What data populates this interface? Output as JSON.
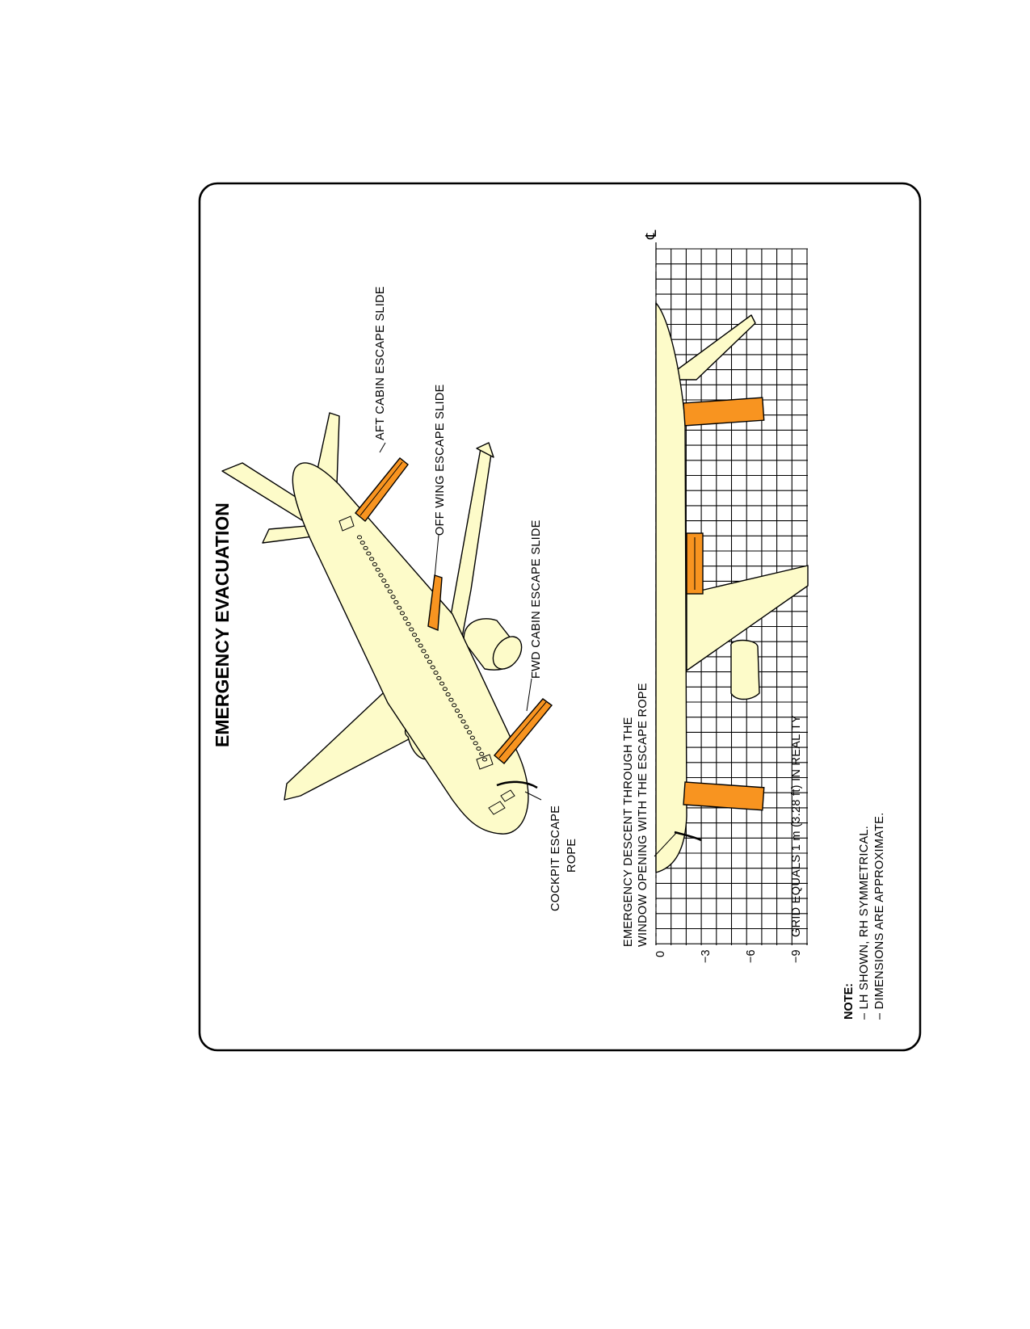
{
  "title": "EMERGENCY EVACUATION",
  "callouts": {
    "aft_cabin_slide": "AFT CABIN ESCAPE SLIDE",
    "off_wing_slide": "OFF WING ESCAPE SLIDE",
    "fwd_cabin_slide": "FWD CABIN ESCAPE SLIDE",
    "cockpit_rope_line1": "COCKPIT ESCAPE",
    "cockpit_rope_line2": "ROPE",
    "descent_line1": "EMERGENCY DESCENT THROUGH THE",
    "descent_line2": "WINDOW OPENING WITH THE ESCAPE ROPE"
  },
  "centerline_symbol": "℄",
  "grid": {
    "axis_ticks": [
      "0",
      "−3",
      "−6",
      "−9"
    ],
    "grid_note": "GRID EQUALS 1 m (3.28 ft) IN REALITY"
  },
  "note": {
    "heading": "NOTE:",
    "line1": "– LH SHOWN, RH SYMMETRICAL.",
    "line2": "– DIMENSIONS ARE APPROXIMATE."
  },
  "colors": {
    "aircraft_fill": "#fdfbc9",
    "slide_fill": "#f89420"
  }
}
